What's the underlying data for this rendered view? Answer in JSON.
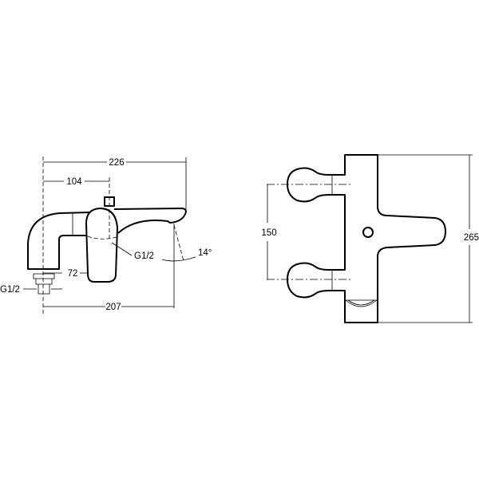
{
  "side_view": {
    "dim_total_length": "226",
    "dim_valve_offset": "104",
    "dim_outlet_reach": "207",
    "dim_inlet_offset": "72",
    "thread_outlet": "G1/2",
    "thread_inlet": "G1/2",
    "spout_angle": "14°"
  },
  "front_view": {
    "dim_handle_spacing": "150",
    "dim_height": "265"
  }
}
